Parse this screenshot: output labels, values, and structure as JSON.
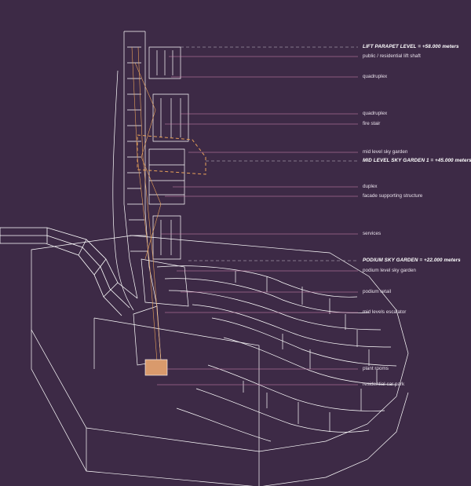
{
  "colors": {
    "background": "#3d2a46",
    "line_white": "#ffffff",
    "leader_pink": "#d98ab8",
    "level_dashed": "#c9c2cc",
    "highlight_orange": "#e9a25a",
    "plant_box": "#d99a6c"
  },
  "annotations": [
    {
      "id": "lift-parapet-level",
      "text": "LIFT PARAPET LEVEL = +58.000 meters",
      "kind": "level"
    },
    {
      "id": "lift-shaft",
      "text": "public / residential lift shaft",
      "kind": "component"
    },
    {
      "id": "quadruplex-1",
      "text": "quadruplex",
      "kind": "component"
    },
    {
      "id": "quadruplex-2",
      "text": "quadruplex",
      "kind": "component"
    },
    {
      "id": "fire-stair",
      "text": "fire stair",
      "kind": "component"
    },
    {
      "id": "mid-level-sky-garden",
      "text": "mid level sky garden",
      "kind": "component"
    },
    {
      "id": "mid-level-sky-garden-level",
      "text": "MID LEVEL SKY GARDEN 1 = +45.000 meters",
      "kind": "level"
    },
    {
      "id": "duplex",
      "text": "duplex",
      "kind": "component"
    },
    {
      "id": "facade-structure",
      "text": "facade supporting structure",
      "kind": "component"
    },
    {
      "id": "services",
      "text": "services",
      "kind": "component"
    },
    {
      "id": "podium-sky-garden-level",
      "text": "PODIUM SKY GARDEN = +22.000 meters",
      "kind": "level"
    },
    {
      "id": "podium-level-sky-garden",
      "text": "podium level sky garden",
      "kind": "component"
    },
    {
      "id": "podium-retail",
      "text": "podium retail",
      "kind": "component"
    },
    {
      "id": "mid-levels-escalator",
      "text": "mid levels escalator",
      "kind": "component"
    },
    {
      "id": "plant-rooms",
      "text": "plant rooms",
      "kind": "component"
    },
    {
      "id": "residential-car-park",
      "text": "residential car park",
      "kind": "component"
    }
  ]
}
